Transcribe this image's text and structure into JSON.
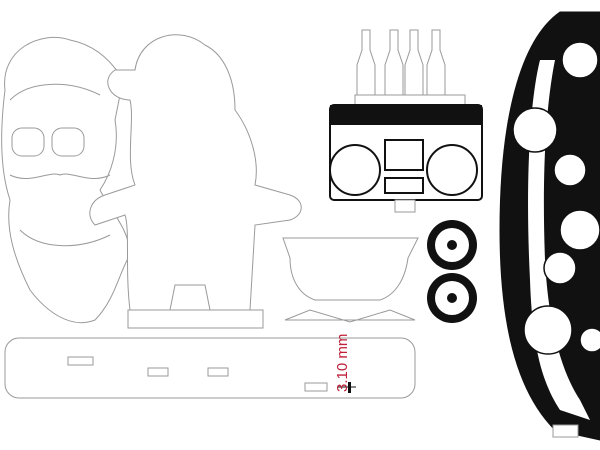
{
  "dimension": {
    "label": "3.10 mm",
    "color": "#c0203a"
  },
  "parts": [
    "santa-face",
    "santa-body",
    "bottles",
    "boombox",
    "speaker-top",
    "speaker-bottom",
    "basket",
    "base-plate",
    "surfboard"
  ]
}
